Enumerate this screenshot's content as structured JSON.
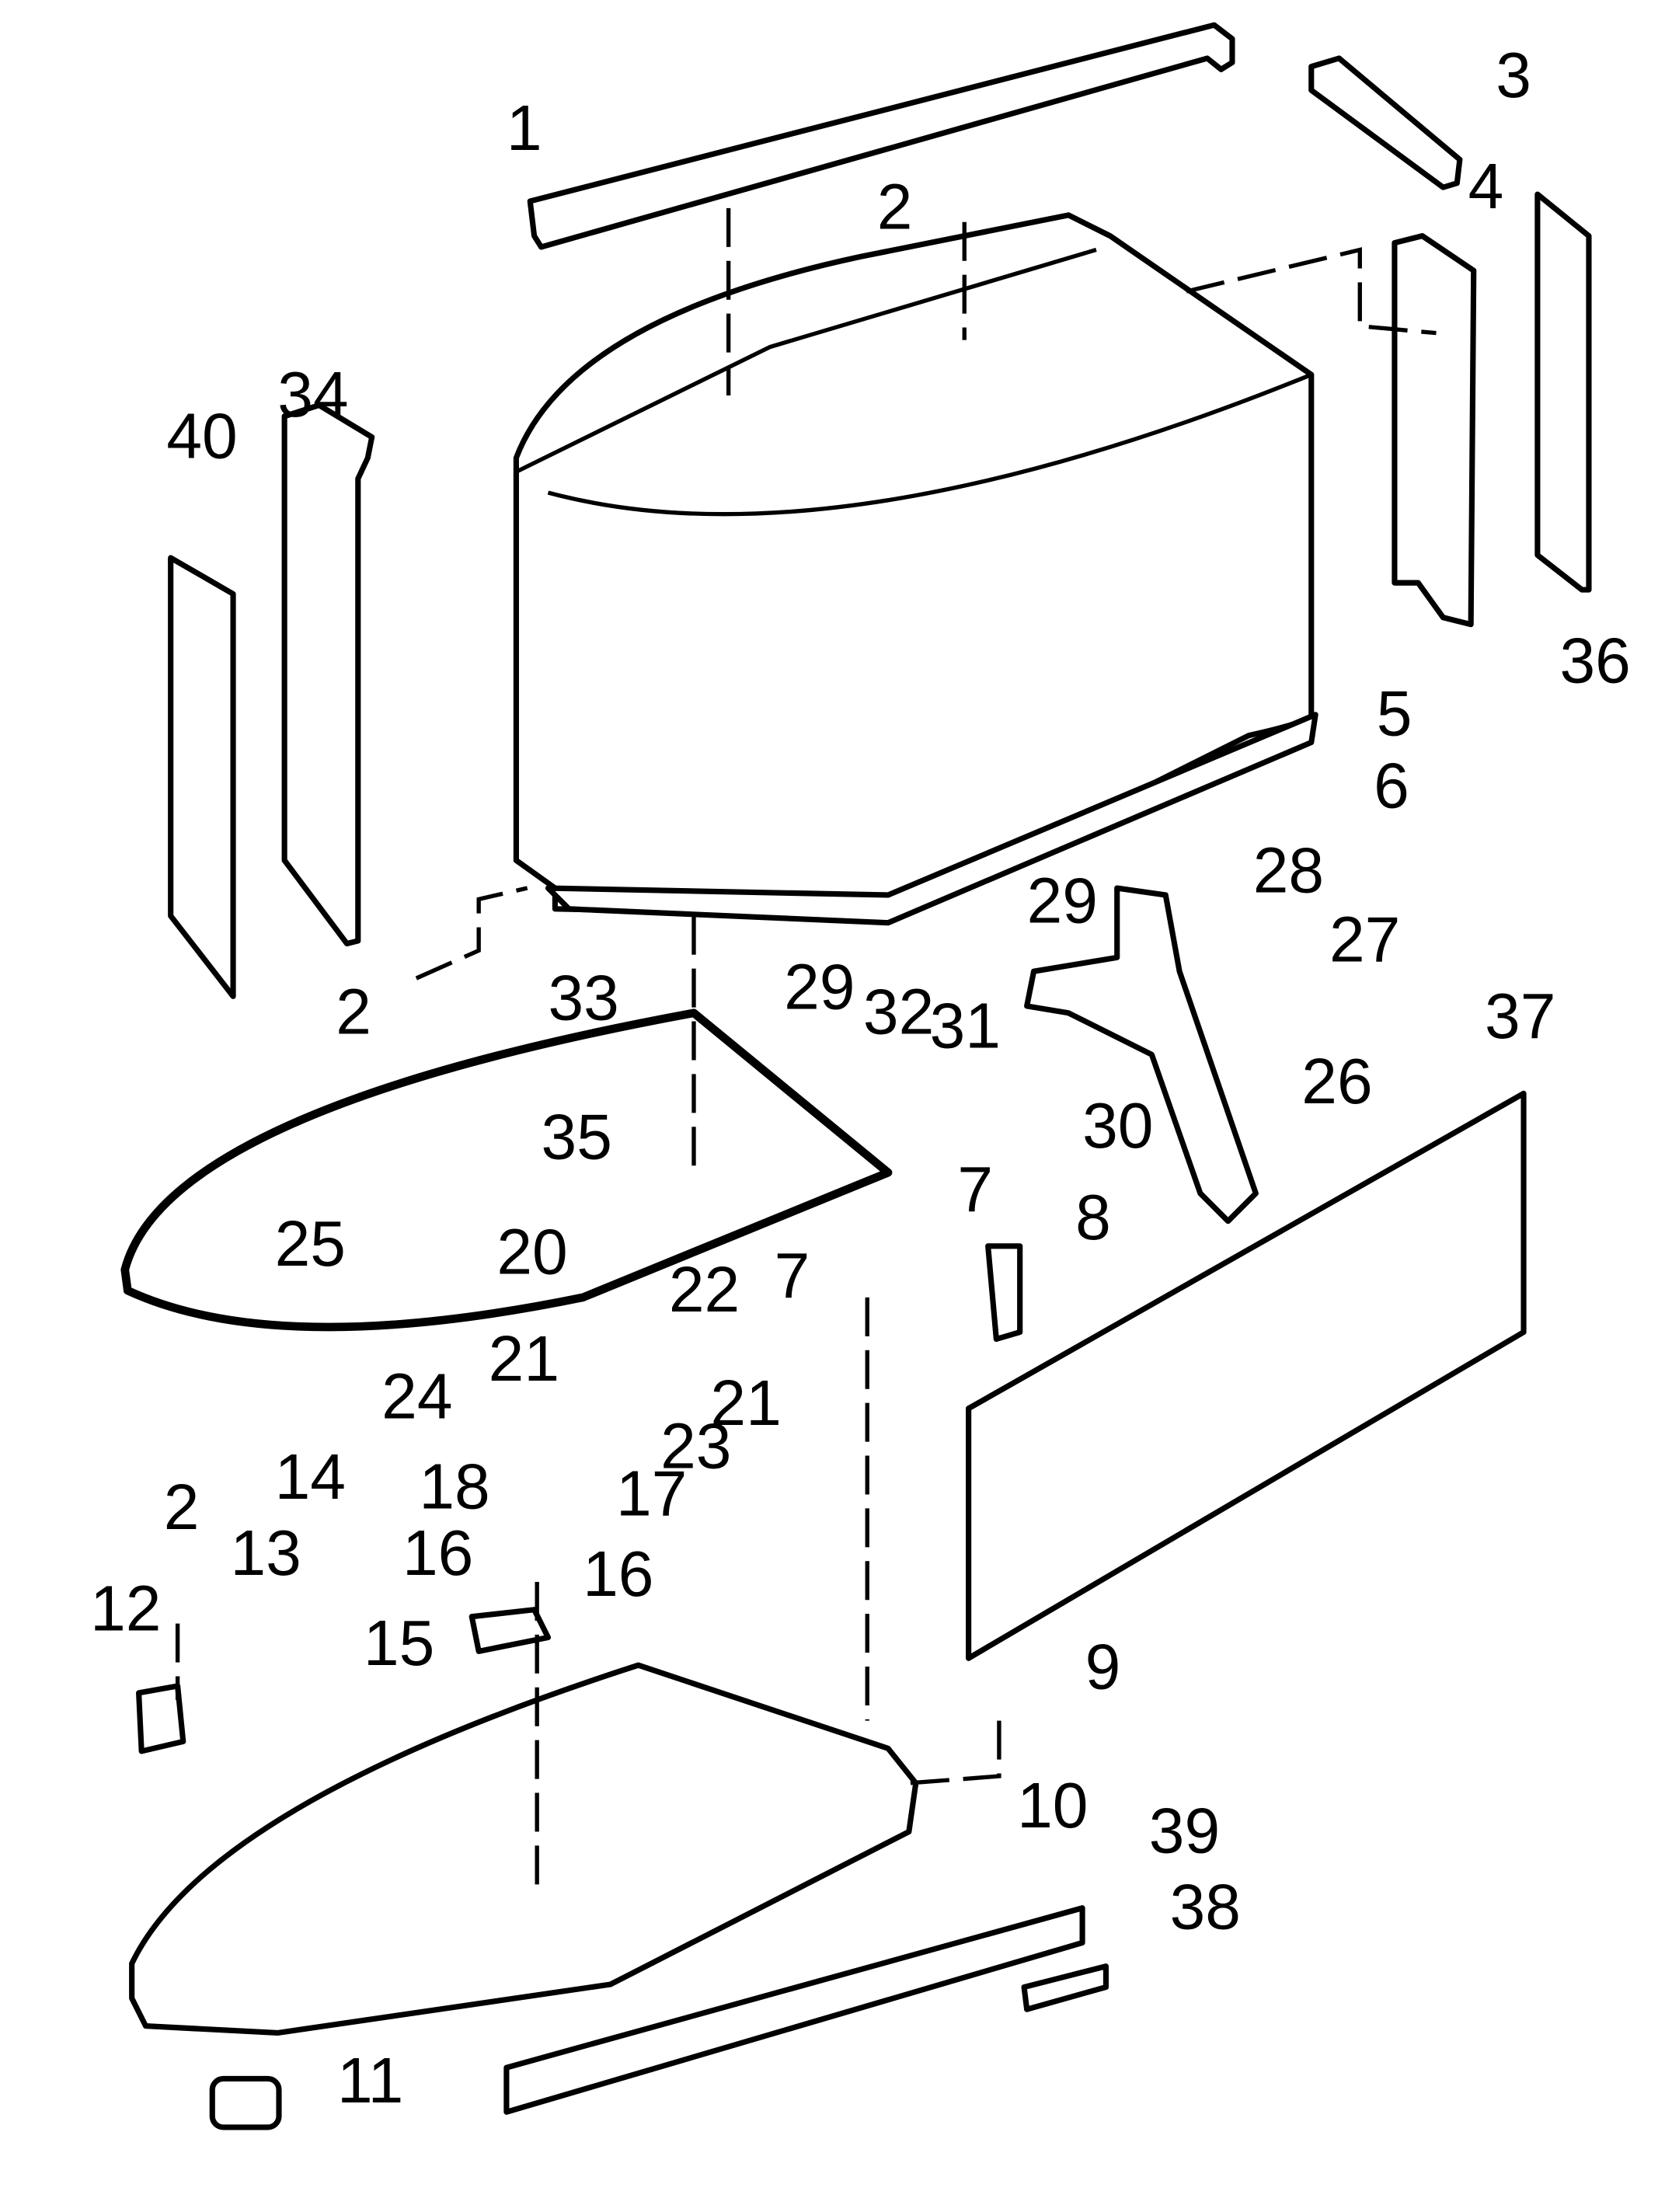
{
  "title": "Outboard engine cowling exploded parts diagram",
  "callouts": [
    {
      "id": "1",
      "label": "1"
    },
    {
      "id": "2a",
      "label": "2"
    },
    {
      "id": "3",
      "label": "3"
    },
    {
      "id": "4",
      "label": "4"
    },
    {
      "id": "36",
      "label": "36"
    },
    {
      "id": "5",
      "label": "5"
    },
    {
      "id": "6",
      "label": "6"
    },
    {
      "id": "34",
      "label": "34"
    },
    {
      "id": "40",
      "label": "40"
    },
    {
      "id": "2b",
      "label": "2"
    },
    {
      "id": "33",
      "label": "33"
    },
    {
      "id": "29a",
      "label": "29"
    },
    {
      "id": "28",
      "label": "28"
    },
    {
      "id": "27",
      "label": "27"
    },
    {
      "id": "37",
      "label": "37"
    },
    {
      "id": "29b",
      "label": "29"
    },
    {
      "id": "32",
      "label": "32"
    },
    {
      "id": "31",
      "label": "31"
    },
    {
      "id": "30",
      "label": "30"
    },
    {
      "id": "26",
      "label": "26"
    },
    {
      "id": "35",
      "label": "35"
    },
    {
      "id": "25",
      "label": "25"
    },
    {
      "id": "20",
      "label": "20"
    },
    {
      "id": "22",
      "label": "22"
    },
    {
      "id": "7a",
      "label": "7"
    },
    {
      "id": "7b",
      "label": "7"
    },
    {
      "id": "8",
      "label": "8"
    },
    {
      "id": "21a",
      "label": "21"
    },
    {
      "id": "21b",
      "label": "21"
    },
    {
      "id": "24",
      "label": "24"
    },
    {
      "id": "23",
      "label": "23"
    },
    {
      "id": "18",
      "label": "18"
    },
    {
      "id": "17",
      "label": "17"
    },
    {
      "id": "14",
      "label": "14"
    },
    {
      "id": "2c",
      "label": "2"
    },
    {
      "id": "16a",
      "label": "16"
    },
    {
      "id": "16b",
      "label": "16"
    },
    {
      "id": "13",
      "label": "13"
    },
    {
      "id": "12",
      "label": "12"
    },
    {
      "id": "15",
      "label": "15"
    },
    {
      "id": "9",
      "label": "9"
    },
    {
      "id": "10",
      "label": "10"
    },
    {
      "id": "39",
      "label": "39"
    },
    {
      "id": "38",
      "label": "38"
    },
    {
      "id": "11",
      "label": "11"
    }
  ]
}
